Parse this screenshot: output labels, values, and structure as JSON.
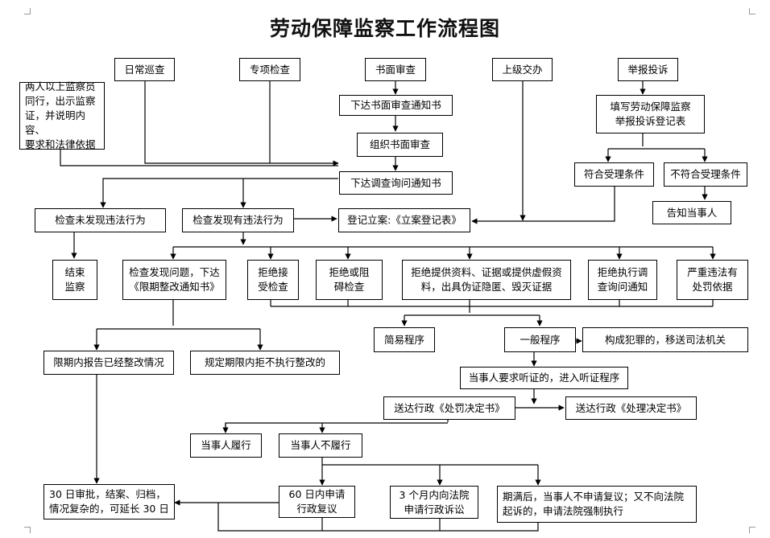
{
  "title": "劳动保障监察工作流程图",
  "nodes": {
    "daily_patrol": "日常巡查",
    "special_inspection": "专项检查",
    "written_review": "书面审查",
    "superior_assign": "上级交办",
    "report_complaint": "举报投诉",
    "two_inspectors": "两人以上监察员\n同行，出示监察\n证，并说明内容、\n要求和法律依据",
    "issue_written_notice": "下达书面审查通知书",
    "organize_written_review": "组织书面审查",
    "fill_complaint_form": "填写劳动保障监察\n举报投诉登记表",
    "meets_conditions": "符合受理条件",
    "not_meets_conditions": "不符合受理条件",
    "inform_party": "告知当事人",
    "issue_inquiry_notice": "下达调查询问通知书",
    "no_violation_found": "检查未发现违法行为",
    "violation_found": "检查发现有违法行为",
    "register_case": "登记立案:《立案登记表》",
    "end_inspection": "结束\n监察",
    "rectification_notice": "检查发现问题，下达\n《限期整改通知书》",
    "refuse_inspection": "拒绝接\n受检查",
    "refuse_obstruct": "拒绝或阻\n碍检查",
    "refuse_materials": "拒绝提供资料、证据或提供虚假资\n料，出具伪证隐匿、毁灭证据",
    "refuse_inquiry": "拒绝执行调\n查询问通知",
    "serious_violation": "严重违法有\n处罚依据",
    "simple_procedure": "简易程序",
    "general_procedure": "一般程序",
    "criminal_transfer": "构成犯罪的，移送司法机关",
    "reported_rectified": "限期内报告已经整改情况",
    "not_rectified": "规定期限内拒不执行整改的",
    "hearing_request": "当事人要求听证的，进入听证程序",
    "penalty_decision": "送达行政《处罚决定书》",
    "handling_decision": "送达行政《处理决定书》",
    "party_complies": "当事人履行",
    "party_not_comply": "当事人不履行",
    "approve_30_days": "30 日审批，结案、归档，\n情况复杂的，可延长 30 日",
    "admin_review_60": "60 日内申请\n行政复议",
    "admin_lawsuit_3m": "3 个月内向法院\n申请行政诉讼",
    "court_enforcement": "期满后，当事人不申请复议；又不向法院\n起诉的，申请法院强制执行"
  }
}
